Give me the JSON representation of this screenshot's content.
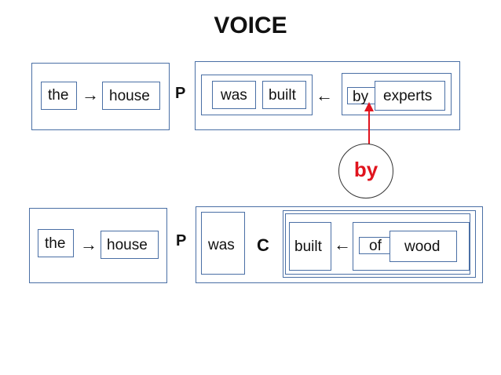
{
  "title": "VOICE",
  "row1": {
    "subject": [
      "the",
      "house"
    ],
    "marker": "P",
    "verb": [
      "was",
      "built"
    ],
    "agent": [
      "by",
      "experts"
    ],
    "arrow_right": "→",
    "arrow_left": "←"
  },
  "callout": {
    "label": "by",
    "color": "#e0141e"
  },
  "row2": {
    "subject": [
      "the",
      "house"
    ],
    "marker_p": "P",
    "aux": "was",
    "marker_c": "C",
    "verb": "built",
    "complement": [
      "of",
      "wood"
    ],
    "arrow_right": "→",
    "arrow_left": "←"
  }
}
